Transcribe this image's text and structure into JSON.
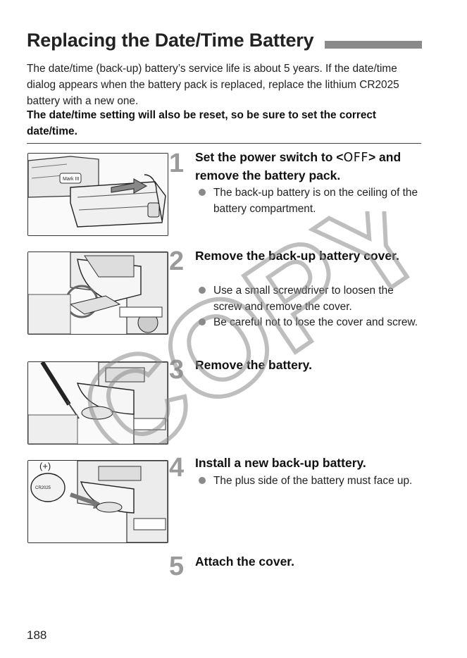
{
  "heading": {
    "title": "Replacing the Date/Time Battery"
  },
  "intro": {
    "text": "The date/time (back-up) battery’s service life is about 5 years. If the date/time dialog appears when the battery pack is replaced, replace the lithium CR2025 battery with a new one.",
    "warning": "The date/time setting will also be reset, so be sure to set the correct date/time."
  },
  "steps": [
    {
      "number": "1",
      "title_prefix": "Set the power switch to <",
      "title_symbol": "OFF",
      "title_suffix": "> and remove the battery pack.",
      "bullets": [
        "The back-up battery is on the ceiling of the battery compartment."
      ]
    },
    {
      "number": "2",
      "title": "Remove the back-up battery cover.",
      "bullets": [
        "Use a small screwdriver to loosen the screw and remove the cover.",
        "Be careful not to lose the cover and screw."
      ]
    },
    {
      "number": "3",
      "title": "Remove the battery.",
      "bullets": []
    },
    {
      "number": "4",
      "title": "Install a new back-up battery.",
      "bullets": [
        "The plus side of the battery must face up."
      ]
    },
    {
      "number": "5",
      "title": "Attach the cover.",
      "bullets": []
    }
  ],
  "illustrations": {
    "grip_label": "Mark III",
    "plus_label": "(+)",
    "battery_label": "CR2025"
  },
  "watermark": {
    "text": "COPY"
  },
  "footer": {
    "page_number": "188"
  }
}
